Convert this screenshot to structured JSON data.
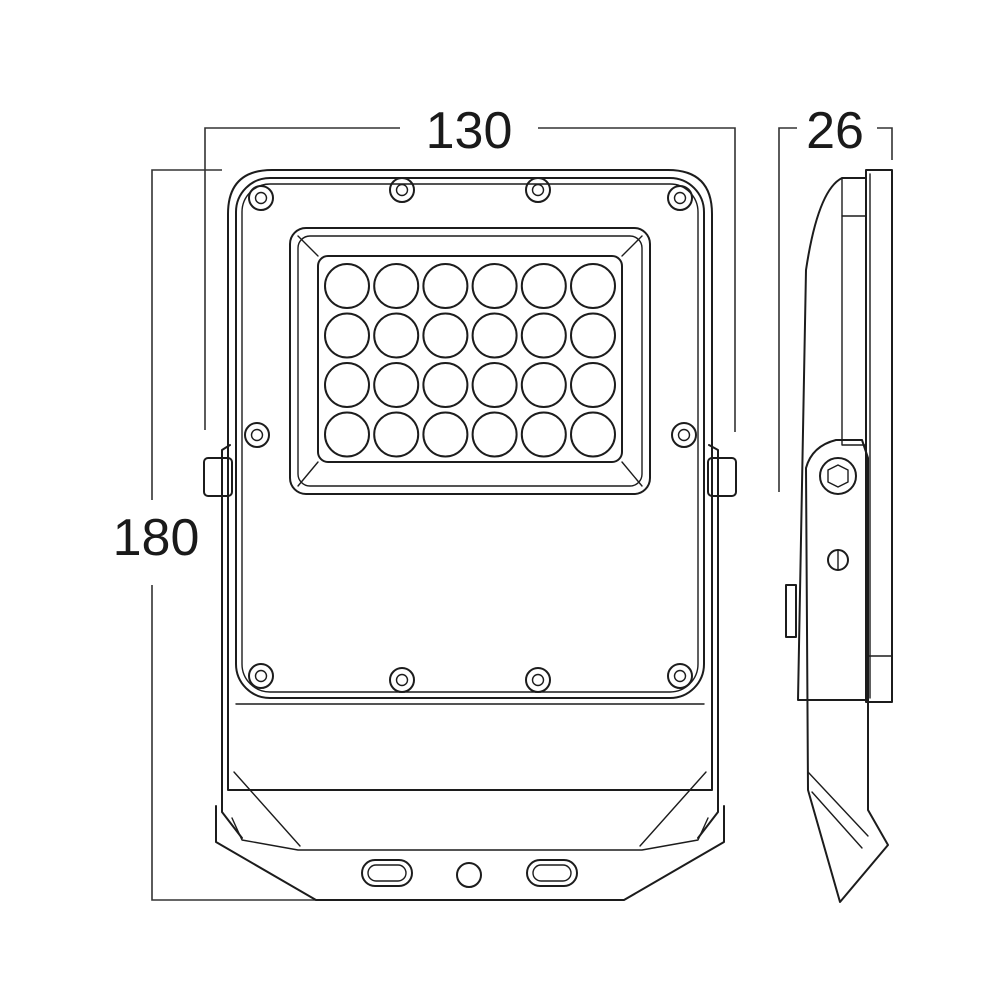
{
  "dimensions": {
    "width": "130",
    "height": "180",
    "depth": "26"
  },
  "led_grid": {
    "rows": 4,
    "cols": 6
  },
  "colors": {
    "line": "#1c1c1c",
    "background": "#ffffff"
  }
}
